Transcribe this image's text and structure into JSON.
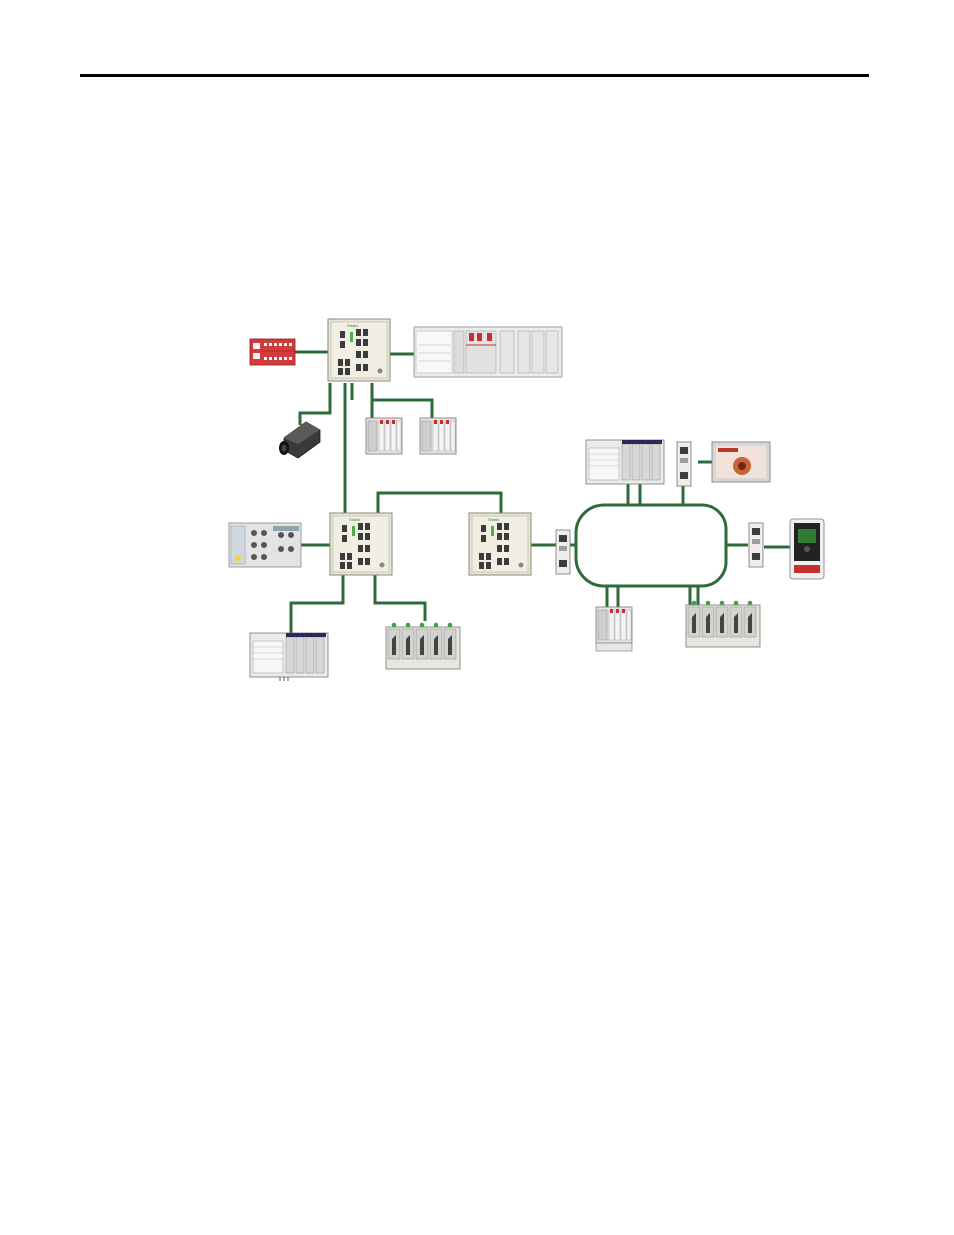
{
  "diagram": {
    "devices": [
      {
        "name": "Stratix managed switch (top)",
        "icon": "ethernet-switch-icon"
      },
      {
        "name": "Stratix managed switch (middle)",
        "icon": "ethernet-switch-icon"
      },
      {
        "name": "Stratix managed switch (right)",
        "icon": "ethernet-switch-icon"
      },
      {
        "name": "Safety I/O block",
        "icon": "safety-io-icon"
      },
      {
        "name": "ControlLogix chassis",
        "icon": "plc-chassis-icon"
      },
      {
        "name": "IP camera",
        "icon": "camera-icon"
      },
      {
        "name": "POINT I/O adapter",
        "icon": "distributed-io-icon"
      },
      {
        "name": "POINT I/O adapter",
        "icon": "distributed-io-icon"
      },
      {
        "name": "ArmorBlock I/O",
        "icon": "on-machine-io-icon"
      },
      {
        "name": "CompactLogix controller",
        "icon": "plc-chassis-icon"
      },
      {
        "name": "Kinetix servo drives",
        "icon": "servo-drive-icon"
      },
      {
        "name": "Ring controller",
        "icon": "plc-chassis-icon"
      },
      {
        "name": "ETAP tap",
        "icon": "tap-icon"
      },
      {
        "name": "HMI terminal",
        "icon": "hmi-icon"
      },
      {
        "name": "ETAP tap",
        "icon": "tap-icon"
      },
      {
        "name": "PowerFlex drive",
        "icon": "vfd-icon"
      },
      {
        "name": "ETAP tap",
        "icon": "tap-icon"
      },
      {
        "name": "Ring POINT I/O",
        "icon": "distributed-io-icon"
      },
      {
        "name": "Ring Kinetix drives",
        "icon": "servo-drive-icon"
      }
    ],
    "switch_label": "Stratix",
    "colors": {
      "link": "#2e6b3a",
      "switch_body": "#e9e6d8",
      "safety_red": "#d23b3b",
      "module_gray": "#d9d9d9",
      "hmi_screen": "#c9643a"
    }
  }
}
